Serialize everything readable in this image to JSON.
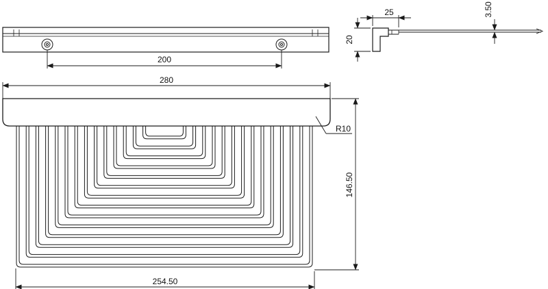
{
  "dimensions": {
    "hole_spacing": "200",
    "total_width": "280",
    "basket_height": "146.50",
    "basket_width": "254.50",
    "corner_radius": "R10",
    "bracket_height": "20",
    "bracket_depth": "25",
    "wire_gap": "3.50"
  },
  "colors": {
    "line": "#1a1a1a",
    "background": "#ffffff"
  }
}
